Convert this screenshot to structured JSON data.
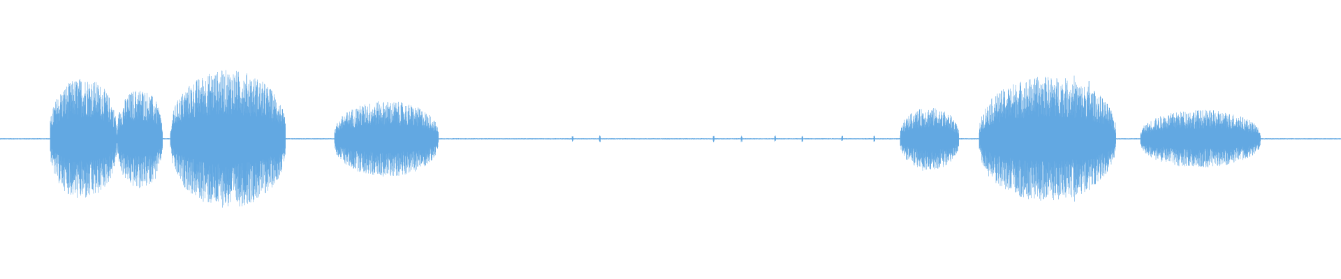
{
  "waveform": {
    "color": "#62a8e2",
    "background": "#ffffff",
    "duration_fraction_note": "",
    "segments": [
      {
        "start": 0.037,
        "end": 0.087,
        "level": 0.55
      },
      {
        "start": 0.087,
        "end": 0.121,
        "level": 0.45
      },
      {
        "start": 0.127,
        "end": 0.213,
        "level": 0.62
      },
      {
        "start": 0.249,
        "end": 0.327,
        "level": 0.34
      },
      {
        "start": 0.671,
        "end": 0.715,
        "level": 0.28
      },
      {
        "start": 0.73,
        "end": 0.832,
        "level": 0.56
      },
      {
        "start": 0.85,
        "end": 0.94,
        "level": 0.26
      }
    ],
    "peaks": [
      {
        "at": 0.0685,
        "level": 0.58
      },
      {
        "at": 0.0765,
        "level": 0.47
      },
      {
        "at": 0.1155,
        "level": 0.38
      },
      {
        "at": 0.1545,
        "level": 0.61
      },
      {
        "at": 0.171,
        "level": 0.52
      },
      {
        "at": 0.271,
        "level": 0.32
      },
      {
        "at": 0.688,
        "level": 0.3
      },
      {
        "at": 0.737,
        "level": 0.36
      },
      {
        "at": 0.801,
        "level": 0.58
      },
      {
        "at": 0.812,
        "level": 0.55
      },
      {
        "at": 0.888,
        "level": 0.26
      }
    ],
    "blips": [
      0.427,
      0.447,
      0.532,
      0.553,
      0.578,
      0.598,
      0.628,
      0.652
    ]
  }
}
